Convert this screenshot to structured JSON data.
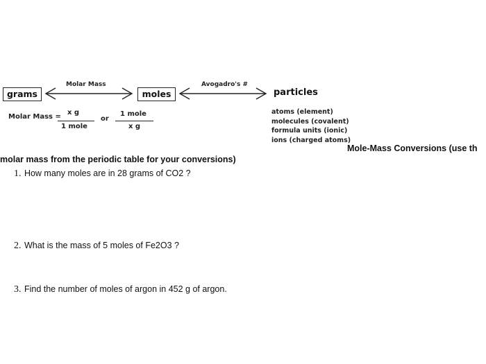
{
  "diagram": {
    "grams_box": "grams",
    "moles_box": "moles",
    "particles_label": "particles",
    "molar_mass_arrow_label": "Molar Mass",
    "avogadro_arrow_label": "Avogadro's #",
    "formula": {
      "prefix": "Molar Mass =",
      "frac1_top": "x g",
      "frac1_bottom": "1 mole",
      "or": "or",
      "frac2_top": "1 mole",
      "frac2_bottom": "x g"
    },
    "particle_types": [
      "atoms (element)",
      "molecules (covalent)",
      "formula units (ionic)",
      "ions (charged atoms)"
    ]
  },
  "title_part1": "Mole-Mass Conversions (use th",
  "title_part2": "molar mass from the periodic table for your conversions)",
  "questions": [
    {
      "num": "1.",
      "text": "How many moles are in 28 grams of CO2 ?"
    },
    {
      "num": "2.",
      "text": "What is the mass of 5 moles of Fe2O3 ?"
    },
    {
      "num": "3.",
      "text": "Find the number of moles of argon in 452 g of argon."
    }
  ]
}
